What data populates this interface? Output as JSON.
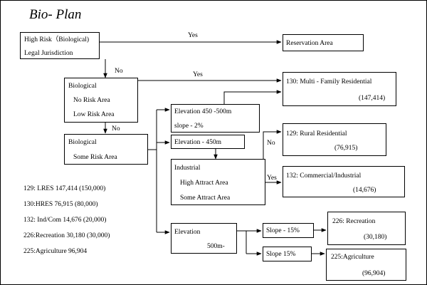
{
  "title": "Bio- Plan",
  "nodes": {
    "high_risk": {
      "line1": "High Risk（Biological)",
      "line2": "Legal Jurisdiction"
    },
    "reservation": "Reservation Area",
    "bio_low": {
      "line1": "Biological",
      "line2": "No Risk Area",
      "line3": "Low Risk Area"
    },
    "bio_some": {
      "line1": "Biological",
      "line2": "Some Risk Area"
    },
    "elev_450_500": {
      "line1": "Elevation 450 -500m",
      "line2": "slope - 2%"
    },
    "elev_450": "Elevation - 450m",
    "industrial": {
      "line1": "Industrial",
      "line2": "High Attract Area",
      "line3": "Some Attract Area"
    },
    "elev_500": {
      "line1": "Elevation",
      "line2": "500m-"
    },
    "slope_minus15": "Slope - 15%",
    "slope_15": "Slope 15%",
    "multi_family": {
      "name": "130: Multi - Family Residential",
      "value": "(147,414)"
    },
    "rural": {
      "name": "129: Rural Residential",
      "value": "(76,915)"
    },
    "commercial": {
      "name": "132: Commercial/Industrial",
      "value": "(14,676)"
    },
    "recreation": {
      "name": "226: Recreation",
      "value": "(30,180)"
    },
    "agriculture": {
      "name": "225:Agriculture",
      "value": "(96,904)"
    }
  },
  "edge_labels": {
    "yes_reservation": "Yes",
    "no_bio": "No",
    "yes_multi": "Yes",
    "no_some": "No",
    "no_rural": "No",
    "yes_commercial": "Yes"
  },
  "legend": [
    "129: LRES 147,414 (150,000)",
    "130:HRES 76,915 (80,000)",
    "132: Ind/Com 14,676 (20,000)",
    "226:Recreation 30,180 (30,000)",
    "225:Agriculture 96,904"
  ]
}
